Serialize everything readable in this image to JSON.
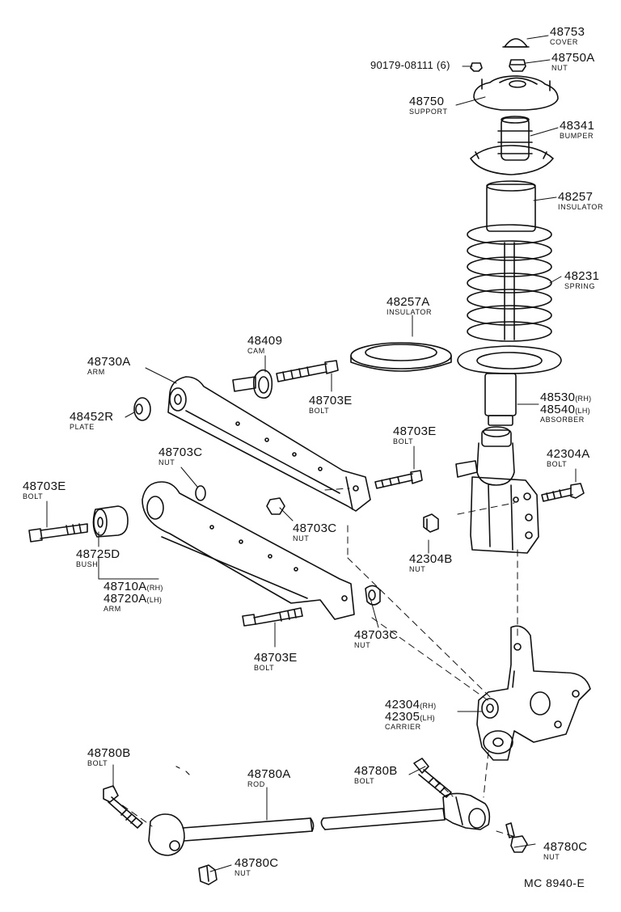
{
  "parts": [
    {
      "id": "p1",
      "number": "48753",
      "name": "COVER"
    },
    {
      "id": "p2",
      "number": "48750A",
      "name": "NUT"
    },
    {
      "id": "p3",
      "number": "90179-08111 (6)",
      "name": ""
    },
    {
      "id": "p4",
      "number": "48750",
      "name": "SUPPORT"
    },
    {
      "id": "p5",
      "number": "48341",
      "name": "BUMPER"
    },
    {
      "id": "p6",
      "number": "48257",
      "name": "INSULATOR"
    },
    {
      "id": "p7",
      "number": "48231",
      "name": "SPRING"
    },
    {
      "id": "p8",
      "number": "48257A",
      "name": "INSULATOR"
    },
    {
      "id": "p9",
      "number": "48409",
      "name": "CAM"
    },
    {
      "id": "p10",
      "number": "48730A",
      "name": "ARM"
    },
    {
      "id": "p11",
      "number": "48703E",
      "name": "BOLT"
    },
    {
      "id": "p12",
      "number": "48452R",
      "name": "PLATE"
    },
    {
      "id": "p13",
      "number": "48530",
      "suffix": "(RH)",
      "number2": "48540",
      "suffix2": "(LH)",
      "name": "ABSORBER"
    },
    {
      "id": "p14",
      "number": "48703E",
      "name": "BOLT"
    },
    {
      "id": "p15",
      "number": "42304A",
      "name": "BOLT"
    },
    {
      "id": "p16",
      "number": "48703C",
      "name": "NUT"
    },
    {
      "id": "p17",
      "number": "48703E",
      "name": "BOLT"
    },
    {
      "id": "p18",
      "number": "48703C",
      "name": "NUT"
    },
    {
      "id": "p19",
      "number": "42304B",
      "name": "NUT"
    },
    {
      "id": "p20",
      "number": "48725D",
      "name": "BUSH"
    },
    {
      "id": "p21",
      "number": "48710A",
      "suffix": "(RH)",
      "number2": "48720A",
      "suffix2": "(LH)",
      "name": "ARM"
    },
    {
      "id": "p22",
      "number": "48703C",
      "name": "NUT"
    },
    {
      "id": "p23",
      "number": "48703E",
      "name": "BOLT"
    },
    {
      "id": "p24",
      "number": "42304",
      "suffix": "(RH)",
      "number2": "42305",
      "suffix2": "(LH)",
      "name": "CARRIER"
    },
    {
      "id": "p25",
      "number": "48780B",
      "name": "BOLT"
    },
    {
      "id": "p26",
      "number": "48780A",
      "name": "ROD"
    },
    {
      "id": "p27",
      "number": "48780B",
      "name": "BOLT"
    },
    {
      "id": "p28",
      "number": "48780C",
      "name": "NUT"
    },
    {
      "id": "p29",
      "number": "48780C",
      "name": "NUT"
    }
  ],
  "drawing_code": "MC  8940-E"
}
